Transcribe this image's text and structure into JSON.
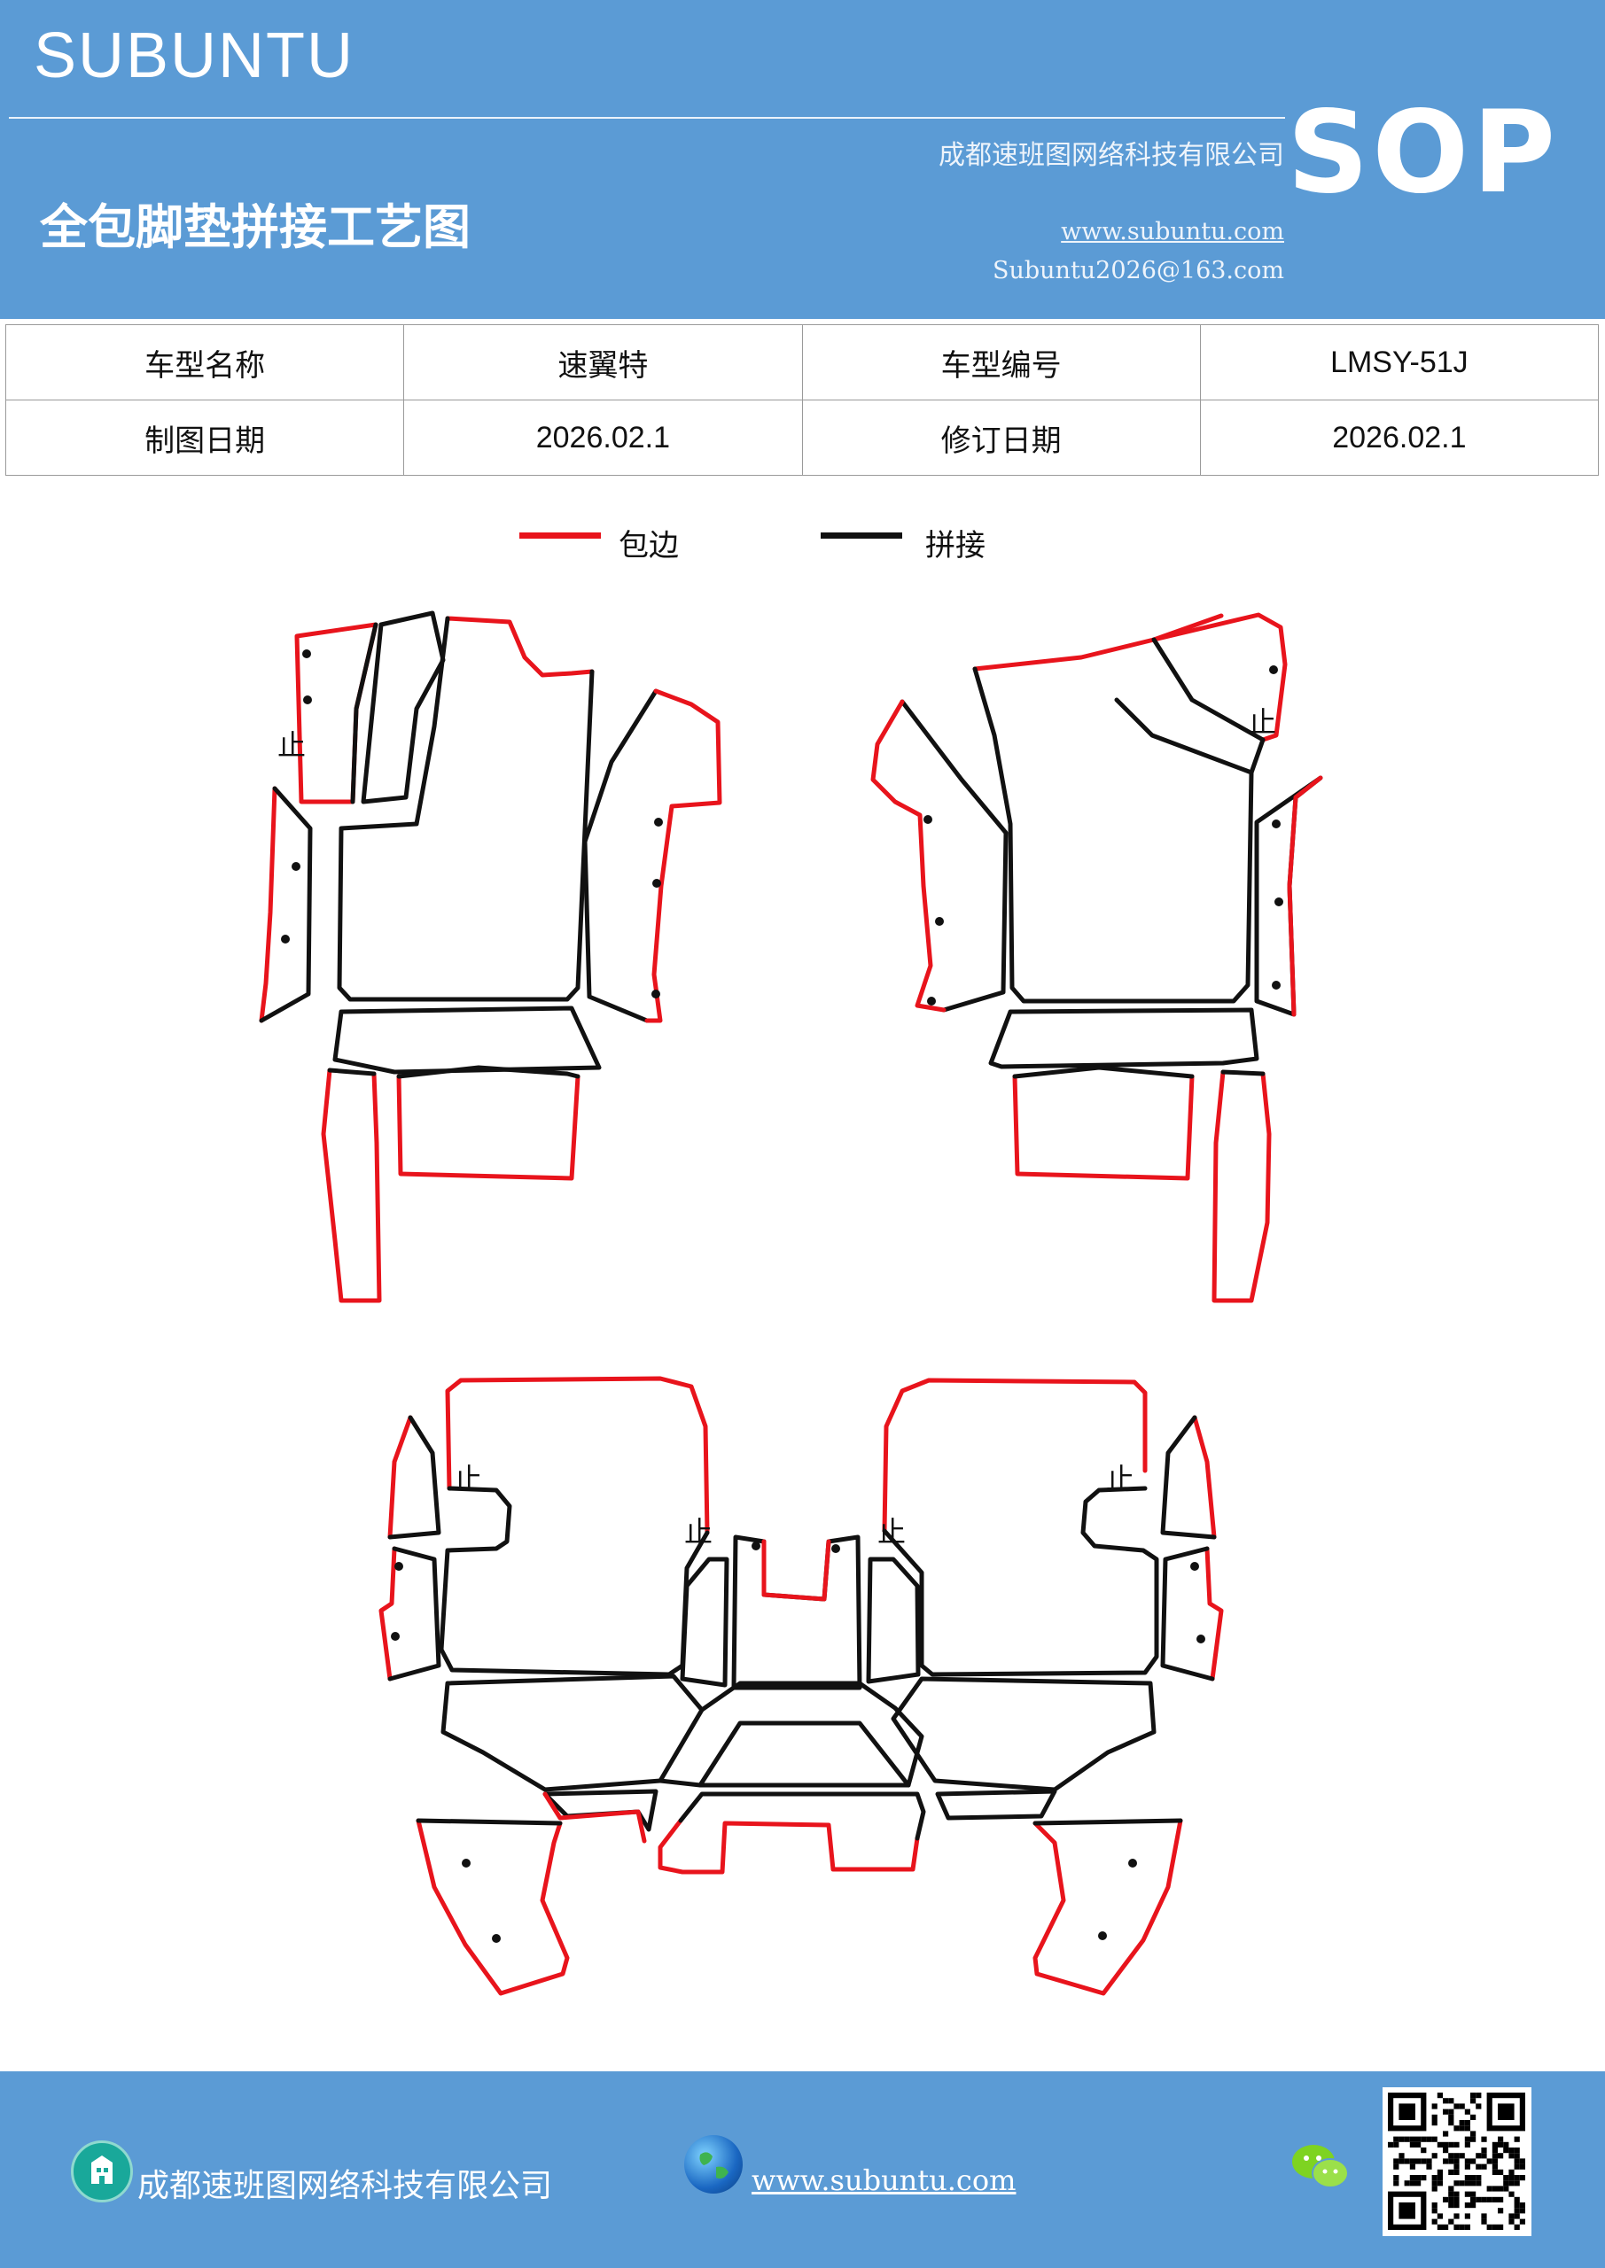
{
  "header": {
    "brand": "SUBUNTU",
    "company": "成都速班图网络科技有限公司",
    "title": "全包脚垫拼接工艺图",
    "website": "www.subuntu.com",
    "email": "Subuntu2026@163.com",
    "badge": "SOP"
  },
  "info_table": [
    [
      {
        "type": "lbl",
        "text": "车型名称"
      },
      {
        "type": "val",
        "text": "速翼特"
      },
      {
        "type": "lbl",
        "text": "车型编号"
      },
      {
        "type": "val",
        "text": "LMSY-51J"
      }
    ],
    [
      {
        "type": "lbl",
        "text": "制图日期"
      },
      {
        "type": "val",
        "text": "2026.02.1"
      },
      {
        "type": "lbl",
        "text": "修订日期"
      },
      {
        "type": "val",
        "text": "2026.02.1"
      }
    ]
  ],
  "legend": {
    "edge_label": "包边",
    "edge_color": "#e8141c",
    "seam_label": "拼接",
    "seam_color": "#111111"
  },
  "diagram": {
    "stop_mark": "止"
  },
  "footer": {
    "company": "成都速班图网络科技有限公司",
    "website": "www.subuntu.com"
  }
}
